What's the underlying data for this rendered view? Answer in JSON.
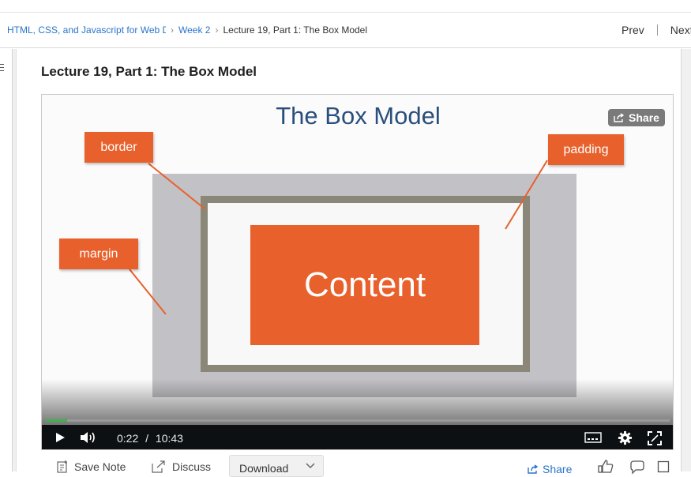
{
  "breadcrumb": {
    "items": [
      "HTML, CSS, and Javascript for Web Developers",
      "Week 2"
    ],
    "current": "Lecture 19, Part 1: The Box Model"
  },
  "nav": {
    "prev": "Prev",
    "next": "Next"
  },
  "lecture": {
    "title": "Lecture 19, Part 1: The Box Model"
  },
  "video": {
    "slide_title": "The Box Model",
    "share_label": "Share",
    "labels": {
      "border": "border",
      "padding": "padding",
      "margin": "margin",
      "content": "Content"
    },
    "current_time": "0:22",
    "time_separator": "/",
    "duration": "10:43",
    "progress_fraction": 0.034,
    "colors": {
      "accent": "#e8612c",
      "progress": "#3bb54a",
      "title": "#2a4f7c"
    }
  },
  "actions": {
    "save_note": "Save Note",
    "discuss": "Discuss",
    "download": "Download",
    "share": "Share"
  },
  "icons": [
    "hamburger-icon",
    "share-icon",
    "play-icon",
    "volume-icon",
    "captions-icon",
    "gear-icon",
    "fullscreen-icon",
    "save-note-icon",
    "discuss-icon",
    "chevron-down-icon",
    "like-icon",
    "dislike-icon",
    "flag-icon"
  ]
}
